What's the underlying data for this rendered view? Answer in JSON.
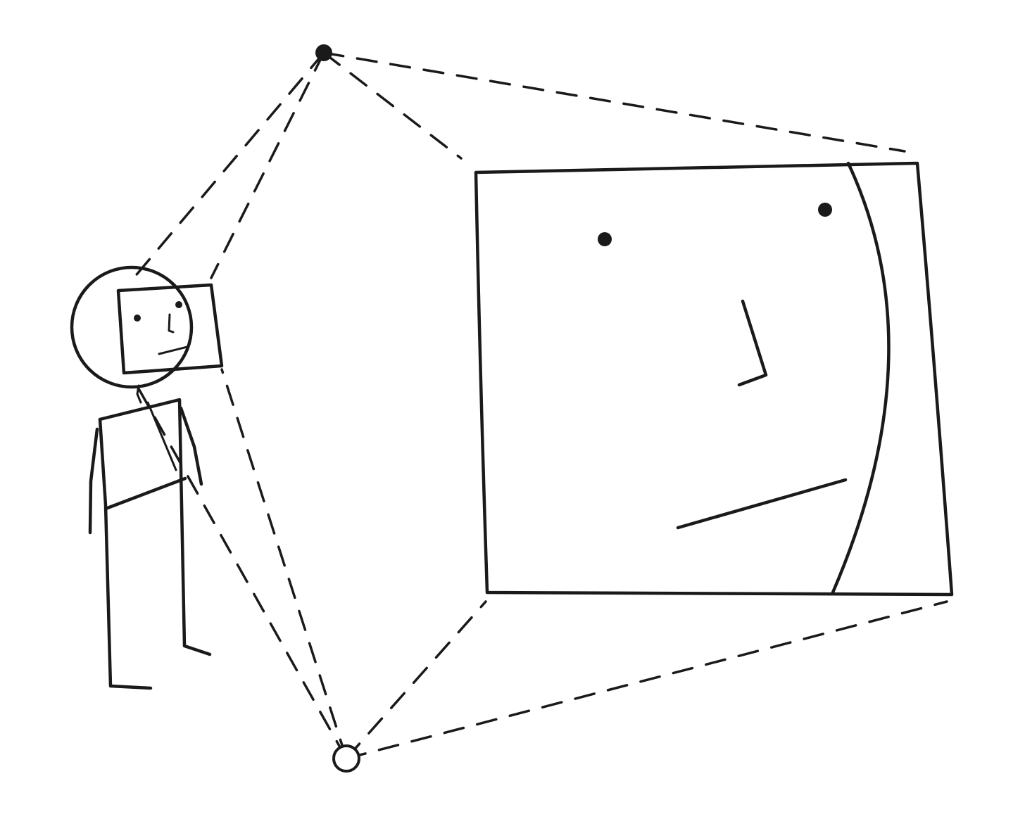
{
  "diagram": {
    "elements": [
      "stick-figure",
      "stick-figure-head-circle",
      "small-face-frame",
      "large-face-frame",
      "top-projection-point",
      "bottom-projection-point",
      "dashed-projection-lines"
    ],
    "colors": {
      "ink": "#1a1a1a",
      "background": "#ffffff"
    }
  }
}
